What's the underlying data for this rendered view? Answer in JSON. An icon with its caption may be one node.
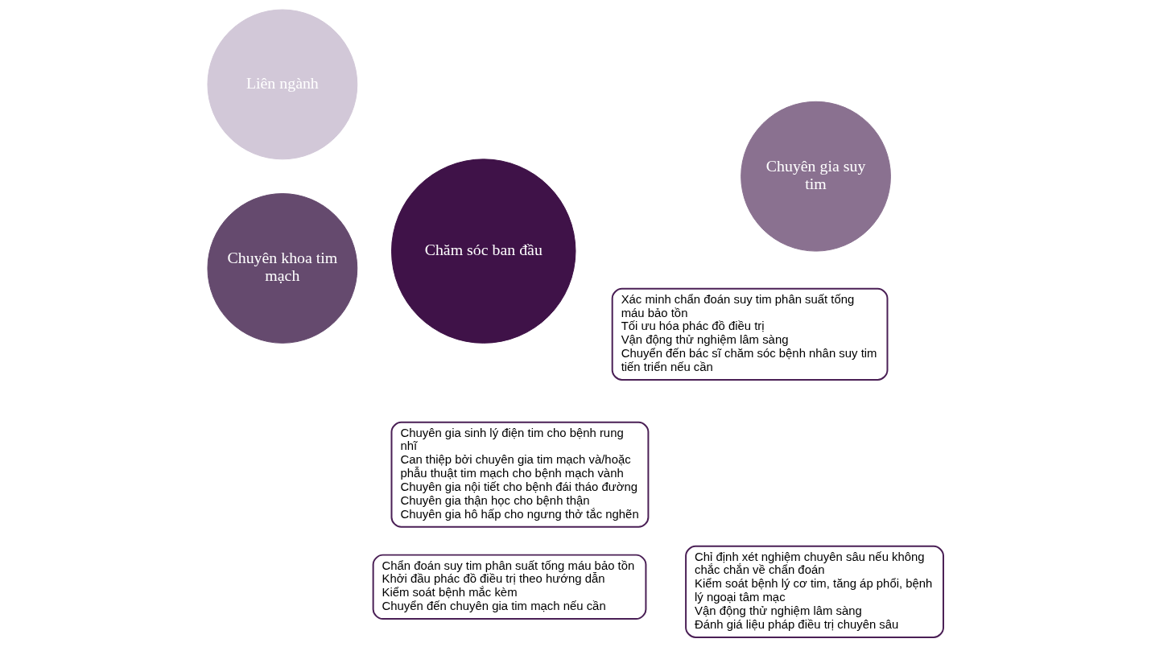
{
  "diagram": {
    "nodes": [
      {
        "text": [
          "Chỉ định xét nghiệm chuyên sâu nếu không chắc chắn về chẩn đoán",
          "Kiểm soát bệnh lý cơ tim, tăng áp phổi, bệnh lý ngoại tâm mạc",
          "Vận động thử nghiệm lâm sàng",
          "Đánh giá liệu pháp điều trị chuyên sâu"
        ]
      },
      {
        "text": [
          "Chuyên gia suy tim"
        ]
      },
      {
        "text": [
          "Liên ngành"
        ]
      },
      {
        "text": [
          "Chuyên gia sinh lý điện tim cho bệnh rung nhĩ",
          "Can thiệp bởi chuyên gia tim mạch và/hoặc phẫu thuật tim mạch cho bệnh mạch vành",
          "Chuyên gia nội tiết cho bệnh đái tháo đường",
          "Chuyên gia thận học cho bệnh thận",
          "Chuyên gia hô hấp cho ngưng thở tắc nghẽn"
        ]
      },
      {
        "text": [
          "Chuyên khoa tim mạch"
        ]
      },
      {
        "text": [
          "Xác minh chẩn đoán suy tim phân suất tống máu bảo tồn",
          "Tối ưu hóa phác đồ điều trị",
          "Vận động thử nghiệm lâm sàng",
          "Chuyển đến bác sĩ chăm sóc bệnh nhân suy tim tiến triển nếu cần"
        ]
      },
      {
        "text": [
          "Chăm sóc ban đầu"
        ]
      },
      {
        "text": [
          "Chẩn đoán suy tim phân suất tống máu bảo tồn",
          "Khởi đầu phác đồ điều trị theo hướng dẫn",
          "Kiểm soát bệnh mắc kèm",
          "Chuyển đến chuyên gia tim mạch nếu cần"
        ]
      }
    ],
    "edges": []
  }
}
